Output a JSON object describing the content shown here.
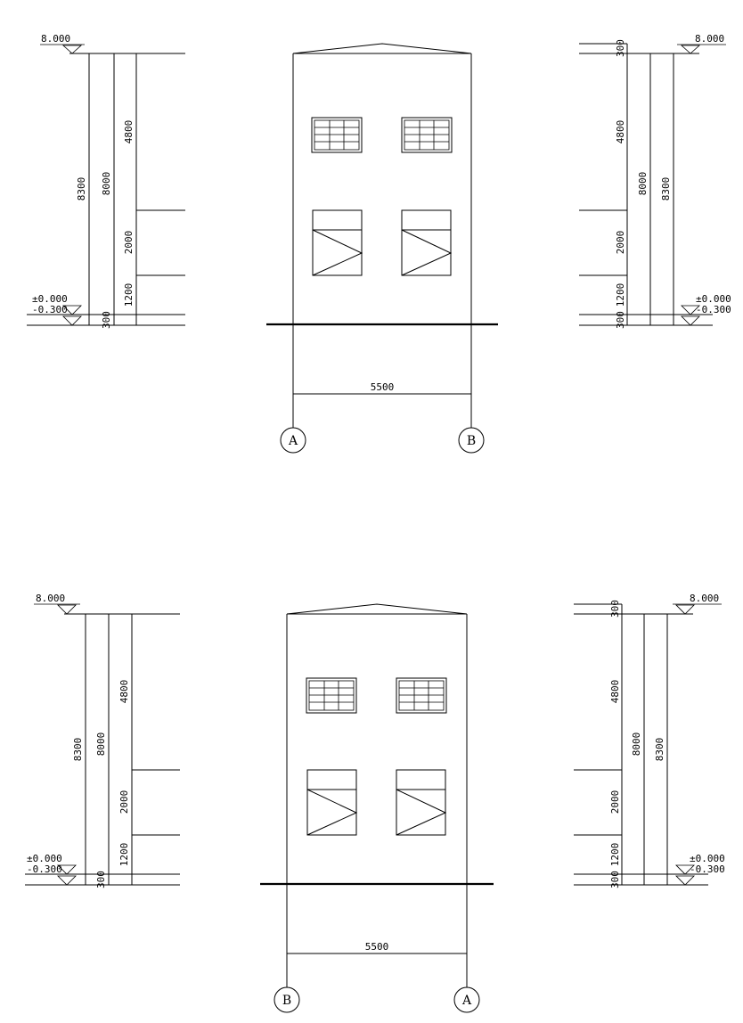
{
  "dims": {
    "total": "8300",
    "eave": "8000",
    "upper": "4800",
    "middle": "2000",
    "lower": "1200",
    "plinth": "300",
    "width": "5500",
    "parapet": "300"
  },
  "levels": {
    "top": "8.000",
    "zero": "±0.000",
    "ground": "-0.300"
  },
  "elevation_1": {
    "axis_left": "A",
    "axis_right": "B"
  },
  "elevation_2": {
    "axis_left": "B",
    "axis_right": "A"
  }
}
